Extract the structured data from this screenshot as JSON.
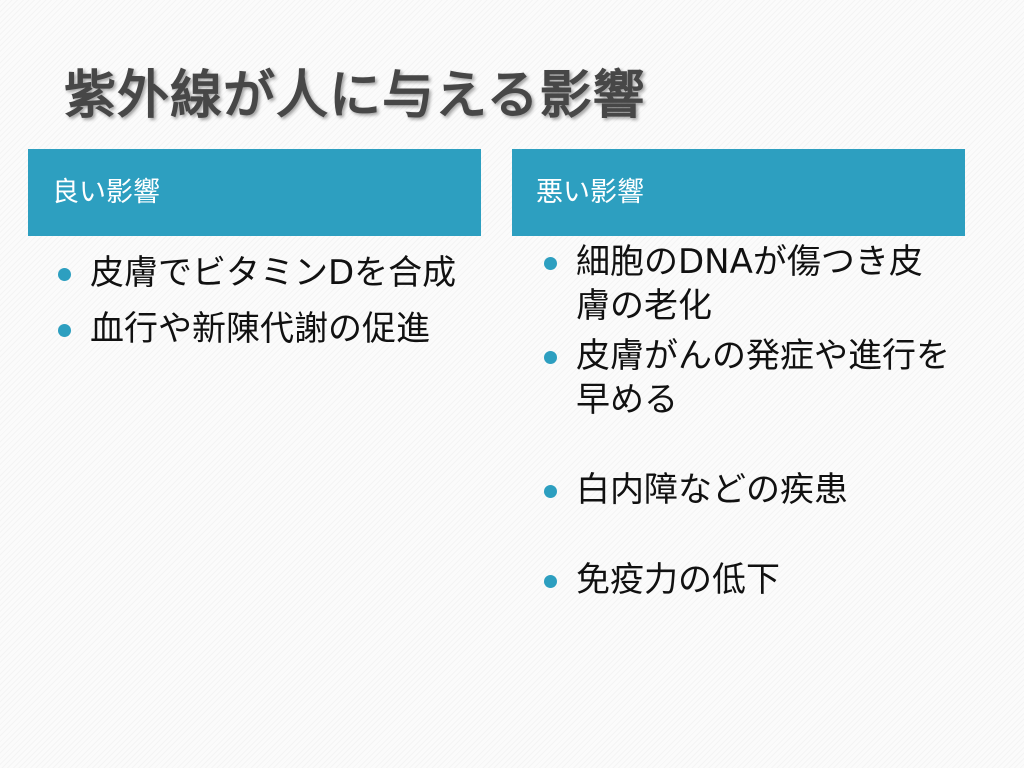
{
  "slide": {
    "title": "紫外線が人に与える影響",
    "accent_color": "#2d9fc0",
    "bullet_icon": "filled-circle-bullet",
    "left_column": {
      "header": "良い影響",
      "items": [
        "皮膚でビタミンDを合成",
        "血行や新陳代謝の促進"
      ]
    },
    "right_column": {
      "header": "悪い影響",
      "items": [
        "細胞のDNAが傷つき皮膚の老化",
        "皮膚がんの発症や進行を早める",
        "白内障などの疾患",
        "免疫力の低下"
      ]
    }
  }
}
